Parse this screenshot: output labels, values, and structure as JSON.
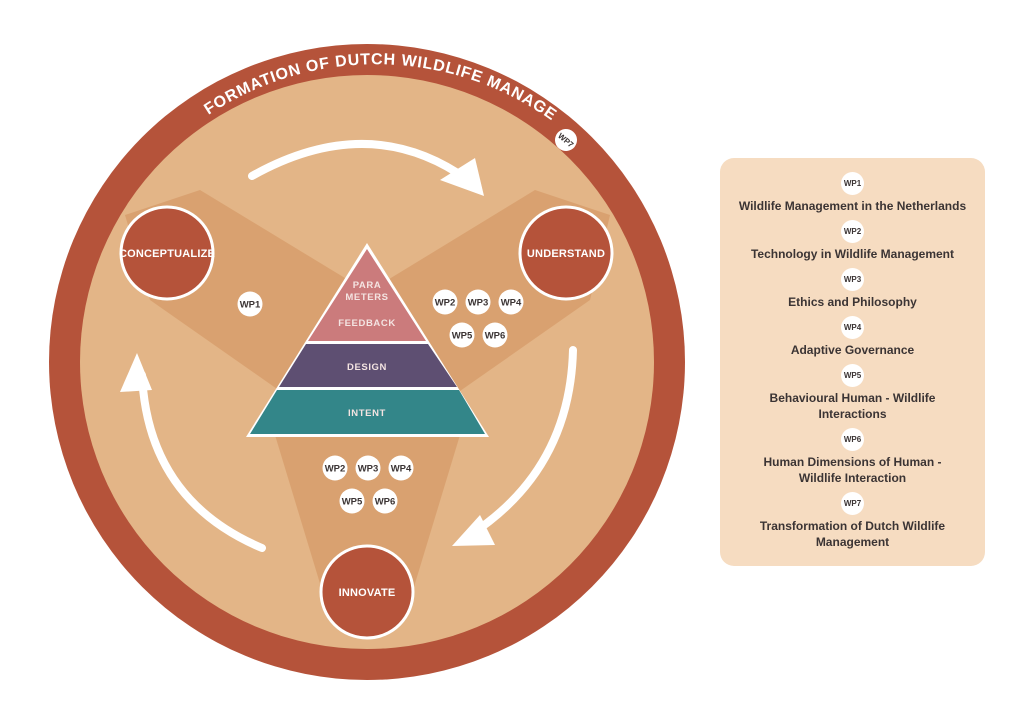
{
  "title": "TRANSFORMATION OF DUTCH WILDLIFE MANAGEMENT",
  "title_badge": "WP7",
  "colors": {
    "ring": "#b5533a",
    "disc": "#e3b587",
    "wedge": "#d9a170",
    "stage_circle": "#b5533a",
    "feedback": "#cb7b7c",
    "design": "#5e4f72",
    "intent": "#338689",
    "legend_bg": "#f6dcc1",
    "badge": "#ffffff",
    "arrow": "#ffffff"
  },
  "stages": [
    {
      "id": "conceptualize",
      "label": "CONCEPTUALIZE"
    },
    {
      "id": "understand",
      "label": "UNDERSTAND"
    },
    {
      "id": "innovate",
      "label": "INNOVATE"
    }
  ],
  "pyramid": {
    "top_line1": "PARA",
    "top_line2": "METERS",
    "feedback": "FEEDBACK",
    "design": "DESIGN",
    "intent": "INTENT"
  },
  "wp_groups": {
    "conceptualize": [
      "WP1"
    ],
    "understand": [
      "WP2",
      "WP3",
      "WP4",
      "WP5",
      "WP6"
    ],
    "innovate": [
      "WP2",
      "WP3",
      "WP4",
      "WP5",
      "WP6"
    ]
  },
  "legend": [
    {
      "badge": "WP1",
      "label": "Wildlife Management in the Netherlands"
    },
    {
      "badge": "WP2",
      "label": "Technology in Wildlife Management"
    },
    {
      "badge": "WP3",
      "label": "Ethics and Philosophy"
    },
    {
      "badge": "WP4",
      "label": "Adaptive Governance"
    },
    {
      "badge": "WP5",
      "label": "Behavioural Human - Wildlife Interactions"
    },
    {
      "badge": "WP6",
      "label": "Human Dimensions of Human - Wildlife Interaction"
    },
    {
      "badge": "WP7",
      "label": "Transformation of Dutch Wildlife Management"
    }
  ]
}
